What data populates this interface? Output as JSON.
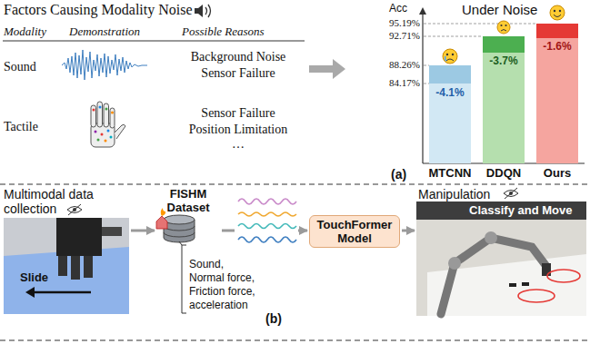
{
  "diagram": {
    "nodes": [
      {
        "text": [
          "-4.1%"
        ]
      },
      {
        "text": [
          "-3.7%"
        ]
      },
      {
        "text": [
          "-1.6%"
        ]
      },
      {
        "text": [
          "Multimodal data collection",
          "Slide"
        ]
      },
      {
        "text": [
          "FISHM Dataset"
        ]
      },
      {
        "text": [
          "TouchFormer Model"
        ]
      },
      {
        "text": [
          "Manipulation",
          "Classify and Move"
        ]
      }
    ],
    "edges": [
      {
        "from": 3,
        "to": 4,
        "arrow": "to"
      },
      {
        "from": 4,
        "to": 5,
        "arrow": "to"
      },
      {
        "from": 5,
        "to": 6,
        "arrow": "to"
      }
    ],
    "labels": [
      "Factors Causing Modality Noise",
      "Modality",
      "Demonstration",
      "Possible Reasons",
      "Sound",
      "Background Noise",
      "Sensor Failure",
      "Tactile",
      "Sensor Failure",
      "Position Limitation",
      "…",
      "(a)",
      "Acc",
      "95.19%",
      "92.71%",
      "88.26%",
      "84.17%",
      "Under Noise",
      "MTCNN",
      "DDQN",
      "Ours",
      "Sound,",
      "Normal force,",
      "Friction force,",
      "acceleration",
      "(b)"
    ]
  }
}
